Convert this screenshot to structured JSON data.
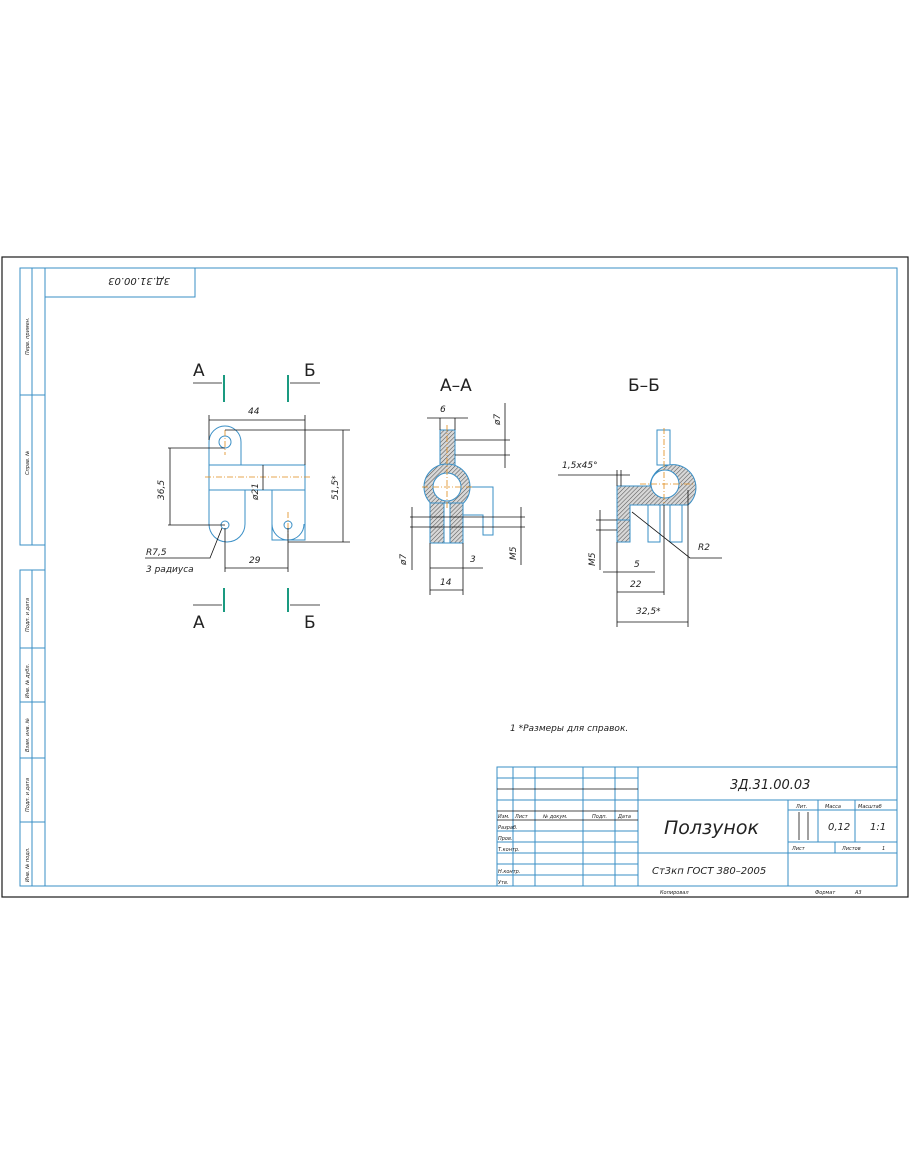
{
  "stamp_top_left": "3Д.31.00.03",
  "side_strip": [
    "Перв. примен.",
    "Справ. №",
    "Подп. и дата",
    "Инв. № дубл.",
    "Взам. инв. №",
    "Подп. и дата",
    "Инв. № подл."
  ],
  "main_view": {
    "section_a": "А",
    "section_b": "Б",
    "dim_width": "44",
    "dim_height": "51,5*",
    "dim_hole_spacing_v": "36,5",
    "dim_diameter": "ø21",
    "dim_hole_spacing_h": "29",
    "radius_note": "R7,5",
    "radius_count": "3 радиуса"
  },
  "view_aa": {
    "title": "А–А",
    "dim_top": "6",
    "dim_d7_top": "ø7",
    "dim_d7_left": "ø7",
    "dim_3": "3",
    "dim_m5": "M5",
    "dim_14": "14"
  },
  "view_bb": {
    "title": "Б–Б",
    "chamfer": "1,5x45°",
    "radius": "R2",
    "dim_m5": "M5",
    "dim_5": "5",
    "dim_22": "22",
    "dim_325": "32,5*"
  },
  "note": "1  *Размеры для справок.",
  "title_block": {
    "doc_number": "3Д.31.00.03",
    "part_name": "Ползунок",
    "material": "Ст3кп ГОСТ 380–2005",
    "headers": [
      "Изм.",
      "Лист",
      "№ докум.",
      "Подп.",
      "Дата"
    ],
    "roles": [
      "Разраб.",
      "Пров.",
      "Т.контр.",
      "",
      "Н.контр.",
      "Утв."
    ],
    "lit_label": "Лит.",
    "mass_label": "Масса",
    "scale_label": "Масштаб",
    "mass": "0,12",
    "scale": "1:1",
    "sheet_label": "Лист",
    "sheets_label": "Листов",
    "sheets": "1",
    "copied_label": "Копировал",
    "format_label": "Формат",
    "format": "А3"
  }
}
